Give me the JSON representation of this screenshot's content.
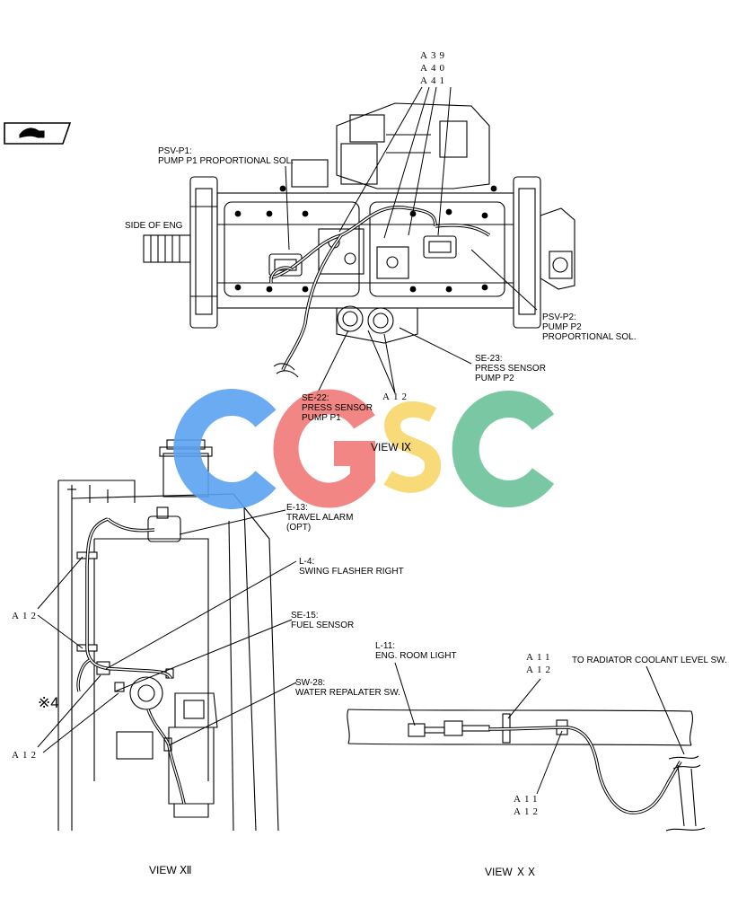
{
  "watermark": {
    "letters": [
      "C",
      "G",
      "S",
      "C"
    ],
    "colors": [
      "#5aa2f0",
      "#f07a78",
      "#f8d86a",
      "#6cc29a"
    ]
  },
  "nav_icon": "book-page-icon",
  "view_ix": {
    "title": "VIEW Ⅸ",
    "labels": {
      "a39": "A39",
      "a40": "A40",
      "a41": "A41",
      "psv_p1_1": "PSV-P1:",
      "psv_p1_2": "PUMP P1 PROPORTIONAL SOL.",
      "side_of_eng": "SIDE OF ENG",
      "psv_p2_1": "PSV-P2:",
      "psv_p2_2": "PUMP P2",
      "psv_p2_3": "PROPORTIONAL SOL.",
      "se23_1": "SE-23:",
      "se23_2": "PRESS SENSOR",
      "se23_3": "PUMP P2",
      "a12": "A12",
      "se22_1": "SE-22:",
      "se22_2": "PRESS SENSOR",
      "se22_3": "PUMP P1"
    }
  },
  "view_xii": {
    "title": "VIEW Ⅻ",
    "labels": {
      "e13_1": "E-13:",
      "e13_2": "TRAVEL ALARM",
      "e13_3": "(OPT)",
      "l4_1": "L-4:",
      "l4_2": "SWING FLASHER RIGHT",
      "se15_1": "SE-15:",
      "se15_2": "FUEL SENSOR",
      "sw28_1": "SW-28:",
      "sw28_2": "WATER REPALATER SW.",
      "a12_left": "A12",
      "a12_bottom": "A12",
      "mark": "※4"
    }
  },
  "view_xx": {
    "title": "VIEW ＸＸ",
    "labels": {
      "l11_1": "L-11:",
      "l11_2": "ENG. ROOM LIGHT",
      "a11_top": "A11",
      "a12_top": "A12",
      "radiator": "TO RADIATOR COOLANT LEVEL SW.",
      "a11_bottom": "A11",
      "a12_bottom": "A12"
    }
  }
}
